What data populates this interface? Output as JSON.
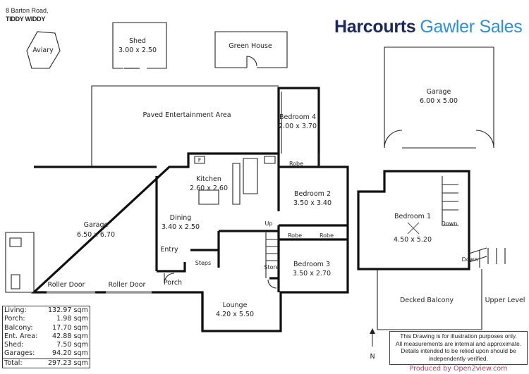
{
  "address": {
    "line1": "8 Barton Road,",
    "line2": "TIDDY WIDDY"
  },
  "logo": {
    "brand": "Harcourts",
    "office": "Gawler Sales",
    "brand_color": "#1b2a5a",
    "office_color": "#2d8fd5"
  },
  "outbuildings": {
    "aviary": "Aviary",
    "shed": {
      "name": "Shed",
      "size": "3.00 x 2.50"
    },
    "green_house": "Green House"
  },
  "ground_floor": {
    "paved_area": "Paved Entertainment Area",
    "bedroom4": {
      "name": "Bedroom 4",
      "size": "2.00 x 3.70"
    },
    "fridge": "F",
    "kitchen": {
      "name": "Kitchen",
      "size": "2.60 x 2.60"
    },
    "robe1": "Robe",
    "bedroom2": {
      "name": "Bedroom 2",
      "size": "3.50 x 3.40"
    },
    "garage": {
      "name": "Garage",
      "size": "6.50 x 6.70"
    },
    "dining": {
      "name": "Dining",
      "size": "3.40 x 2.50"
    },
    "up": "Up",
    "robe2": "Robe",
    "robe3": "Robe",
    "entry": "Entry",
    "steps": "Steps",
    "store": "Store",
    "bedroom3": {
      "name": "Bedroom 3",
      "size": "3.50 x 2.70"
    },
    "porch": "Porch",
    "roller_door1": "Roller Door",
    "roller_door2": "Roller Door",
    "lounge": {
      "name": "Lounge",
      "size": "4.20 x 5.50"
    }
  },
  "upper_level": {
    "garage": {
      "name": "Garage",
      "size": "6.00 x 5.00"
    },
    "bedroom1": {
      "name": "Bedroom 1",
      "size": "4.50 x 5.20"
    },
    "down1": "Down",
    "down2": "Down",
    "balcony": "Decked Balcony",
    "label": "Upper Level"
  },
  "north": "N",
  "areas": [
    {
      "label": "Living:",
      "value": "132.97 sqm"
    },
    {
      "label": "Porch:",
      "value": "1.98 sqm"
    },
    {
      "label": "Balcony:",
      "value": "17.70 sqm"
    },
    {
      "label": "Ent. Area:",
      "value": "42.88 sqm"
    },
    {
      "label": "Shed:",
      "value": "7.50 sqm"
    },
    {
      "label": "Garages:",
      "value": "94.20 sqm"
    }
  ],
  "total": {
    "label": "Total:",
    "value": "297.23 sqm"
  },
  "disclaimer": [
    "This Drawing is for illustration purposes only.",
    "All measurements are internal and  approximate.",
    "Details intended to be relied upon should be",
    "independently verified."
  ],
  "produced_by": "Produced by Open2view.com"
}
